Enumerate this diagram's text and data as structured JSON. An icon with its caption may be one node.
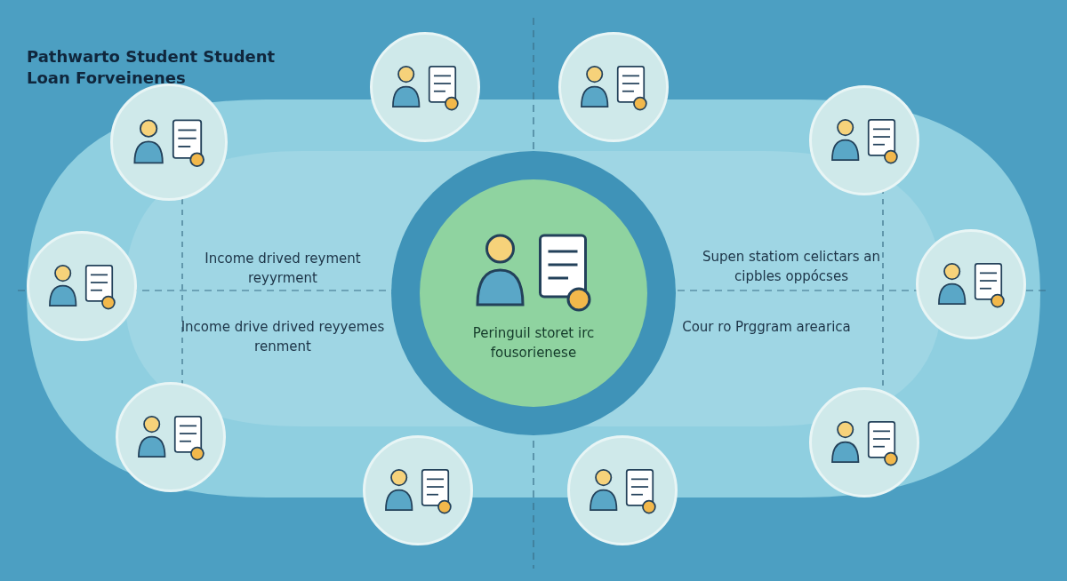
{
  "diagram": {
    "title": "Pathwarto Student Student Loan Forveinenes",
    "nodes": [
      {
        "text": [],
        "shape": "picture"
      },
      {
        "text": [],
        "shape": "picture"
      },
      {
        "text": [],
        "shape": "picture"
      },
      {
        "text": [],
        "shape": "picture"
      },
      {
        "text": [],
        "shape": "picture"
      },
      {
        "text": [
          "Peringuil storet irc fousorienese"
        ]
      },
      {
        "text": [],
        "shape": "picture"
      },
      {
        "text": [],
        "shape": "picture"
      },
      {
        "text": [],
        "shape": "picture"
      },
      {
        "text": [],
        "shape": "picture"
      },
      {
        "text": [],
        "shape": "picture"
      }
    ],
    "edges": [],
    "labels": [
      "Income drived reyment reyyrment",
      "Income drive drived reyyemes renment",
      "Supen statiom celictars an cipbles oppócses",
      "Cour ro Prggram arearica"
    ]
  }
}
